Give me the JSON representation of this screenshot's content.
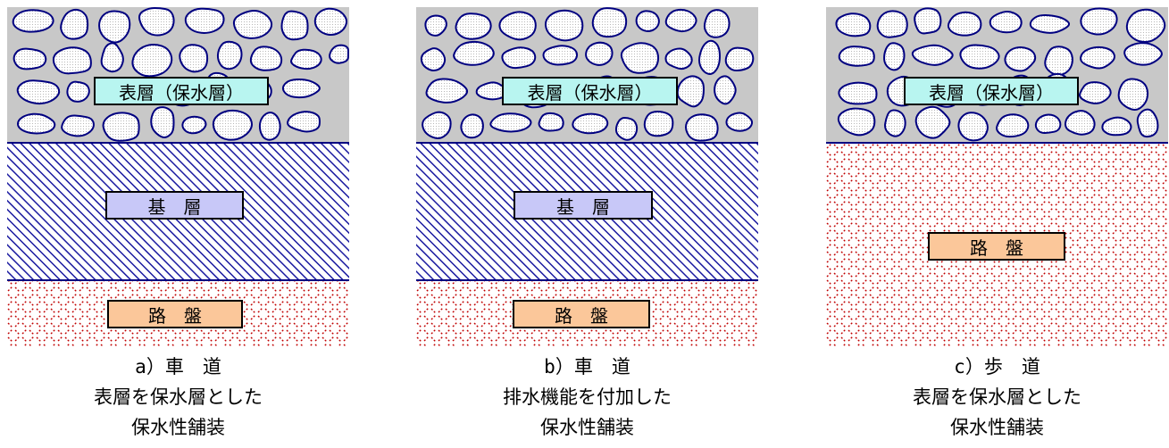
{
  "panels": [
    {
      "surface_label": "表層（保水層）",
      "base_label": "基　層",
      "roadbed_label": "路　盤",
      "caption_line1": "a）車　道",
      "caption_line2": "表層を保水層とした",
      "caption_line3": "保水性舗装"
    },
    {
      "surface_label": "表層（保水層）",
      "base_label": "基　層",
      "roadbed_label": "路　盤",
      "caption_line1": "b）車　道",
      "caption_line2": "排水機能を付加した",
      "caption_line3": "保水性舗装"
    },
    {
      "surface_label": "表層（保水層）",
      "roadbed_label": "路　盤",
      "caption_line1": "c）歩　道",
      "caption_line2": "表層を保水層とした",
      "caption_line3": "保水性舗装"
    }
  ],
  "colors": {
    "aggregate_fill": "#c8c8c8",
    "stone_outline": "#000080",
    "base_hatch": "#1a1aa0",
    "roadbed_dash": "#c00000",
    "surface_label_bg": "#b8f5f0",
    "base_label_bg": "#c8c8f8",
    "roadbed_label_bg": "#fbc79a"
  }
}
